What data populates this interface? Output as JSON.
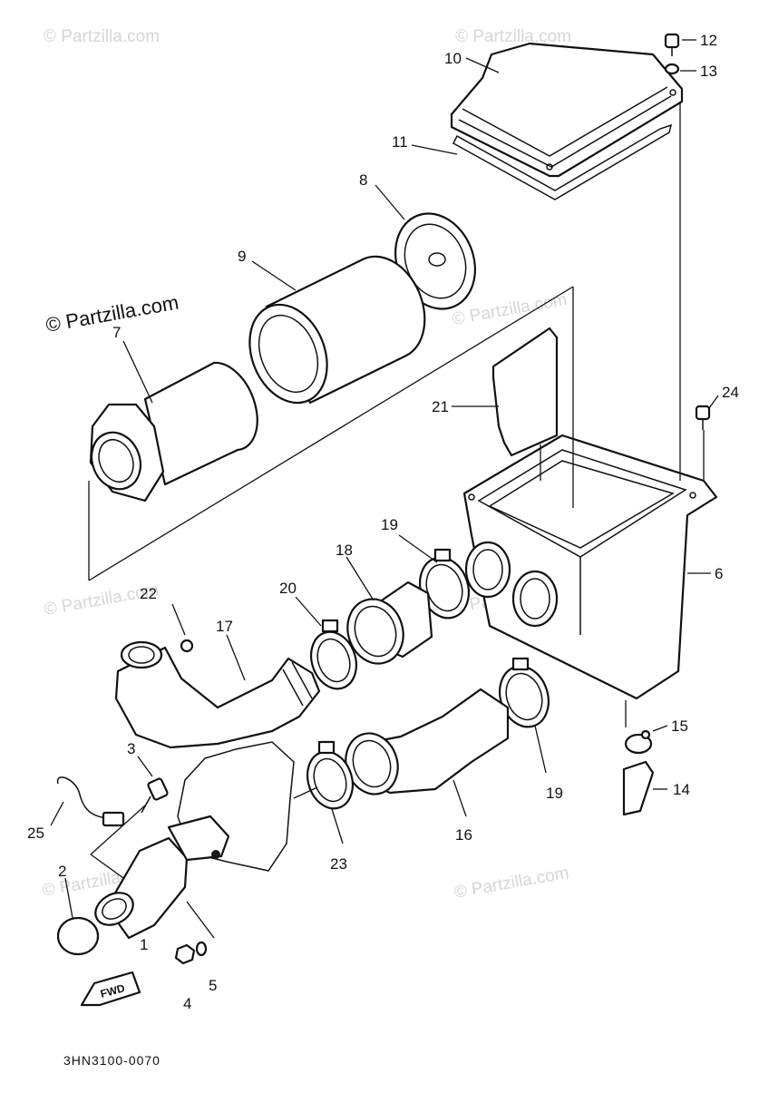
{
  "diagram": {
    "watermark": "© Partzilla.com",
    "drawing_code": "3HN3100-0070",
    "direction_label": "FWD",
    "callouts": [
      "1",
      "2",
      "3",
      "4",
      "5",
      "6",
      "7",
      "8",
      "9",
      "10",
      "11",
      "12",
      "13",
      "14",
      "15",
      "16",
      "17",
      "18",
      "19",
      "19",
      "20",
      "21",
      "22",
      "23",
      "24",
      "25"
    ]
  }
}
